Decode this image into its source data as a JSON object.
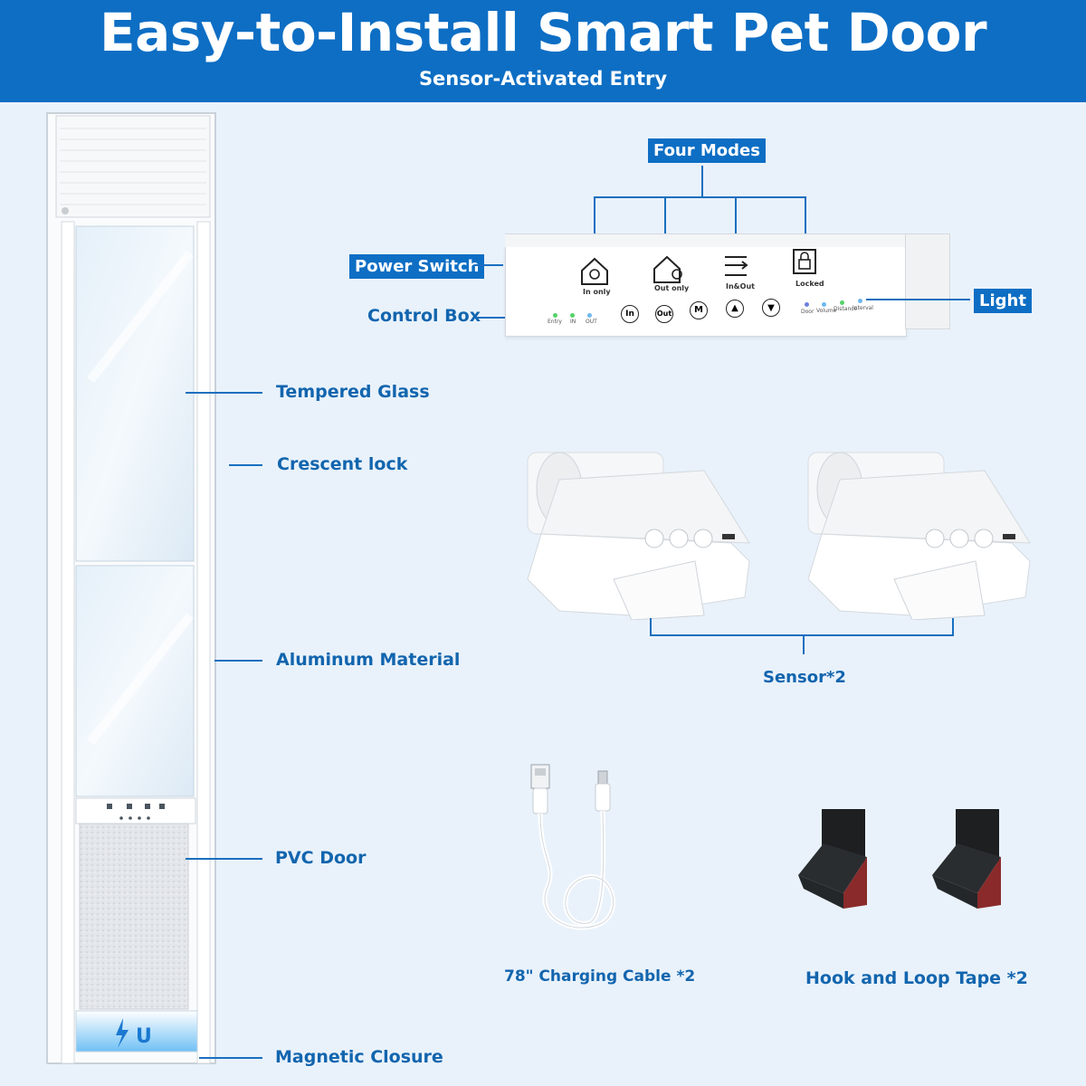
{
  "header": {
    "title": "Easy-to-Install Smart Pet Door",
    "subtitle": "Sensor-Activated Entry"
  },
  "door_labels": {
    "tempered_glass": "Tempered Glass",
    "crescent_lock": "Crescent lock",
    "aluminum": "Aluminum Material",
    "pvc_door": "PVC Door",
    "magnetic_closure": "Magnetic Closure"
  },
  "control_box": {
    "four_modes": "Four Modes",
    "power_switch": "Power Switch",
    "control_box_label": "Control Box",
    "light": "Light",
    "modes": [
      "In only",
      "Out only",
      "In&Out",
      "Locked"
    ],
    "indicators_left": [
      "Entry",
      "IN",
      "OUT"
    ],
    "buttons": [
      "In",
      "Out",
      "M"
    ],
    "indicators_right": [
      "Door",
      "Volume",
      "Distance",
      "Interval"
    ]
  },
  "accessories": {
    "sensor": "Sensor*2",
    "cable": "78\" Charging Cable *2",
    "tape": "Hook and Loop Tape *2"
  },
  "colors": {
    "header_bg": "#0d6ec4",
    "label_text": "#1265ae",
    "background": "#e9f2fb"
  }
}
